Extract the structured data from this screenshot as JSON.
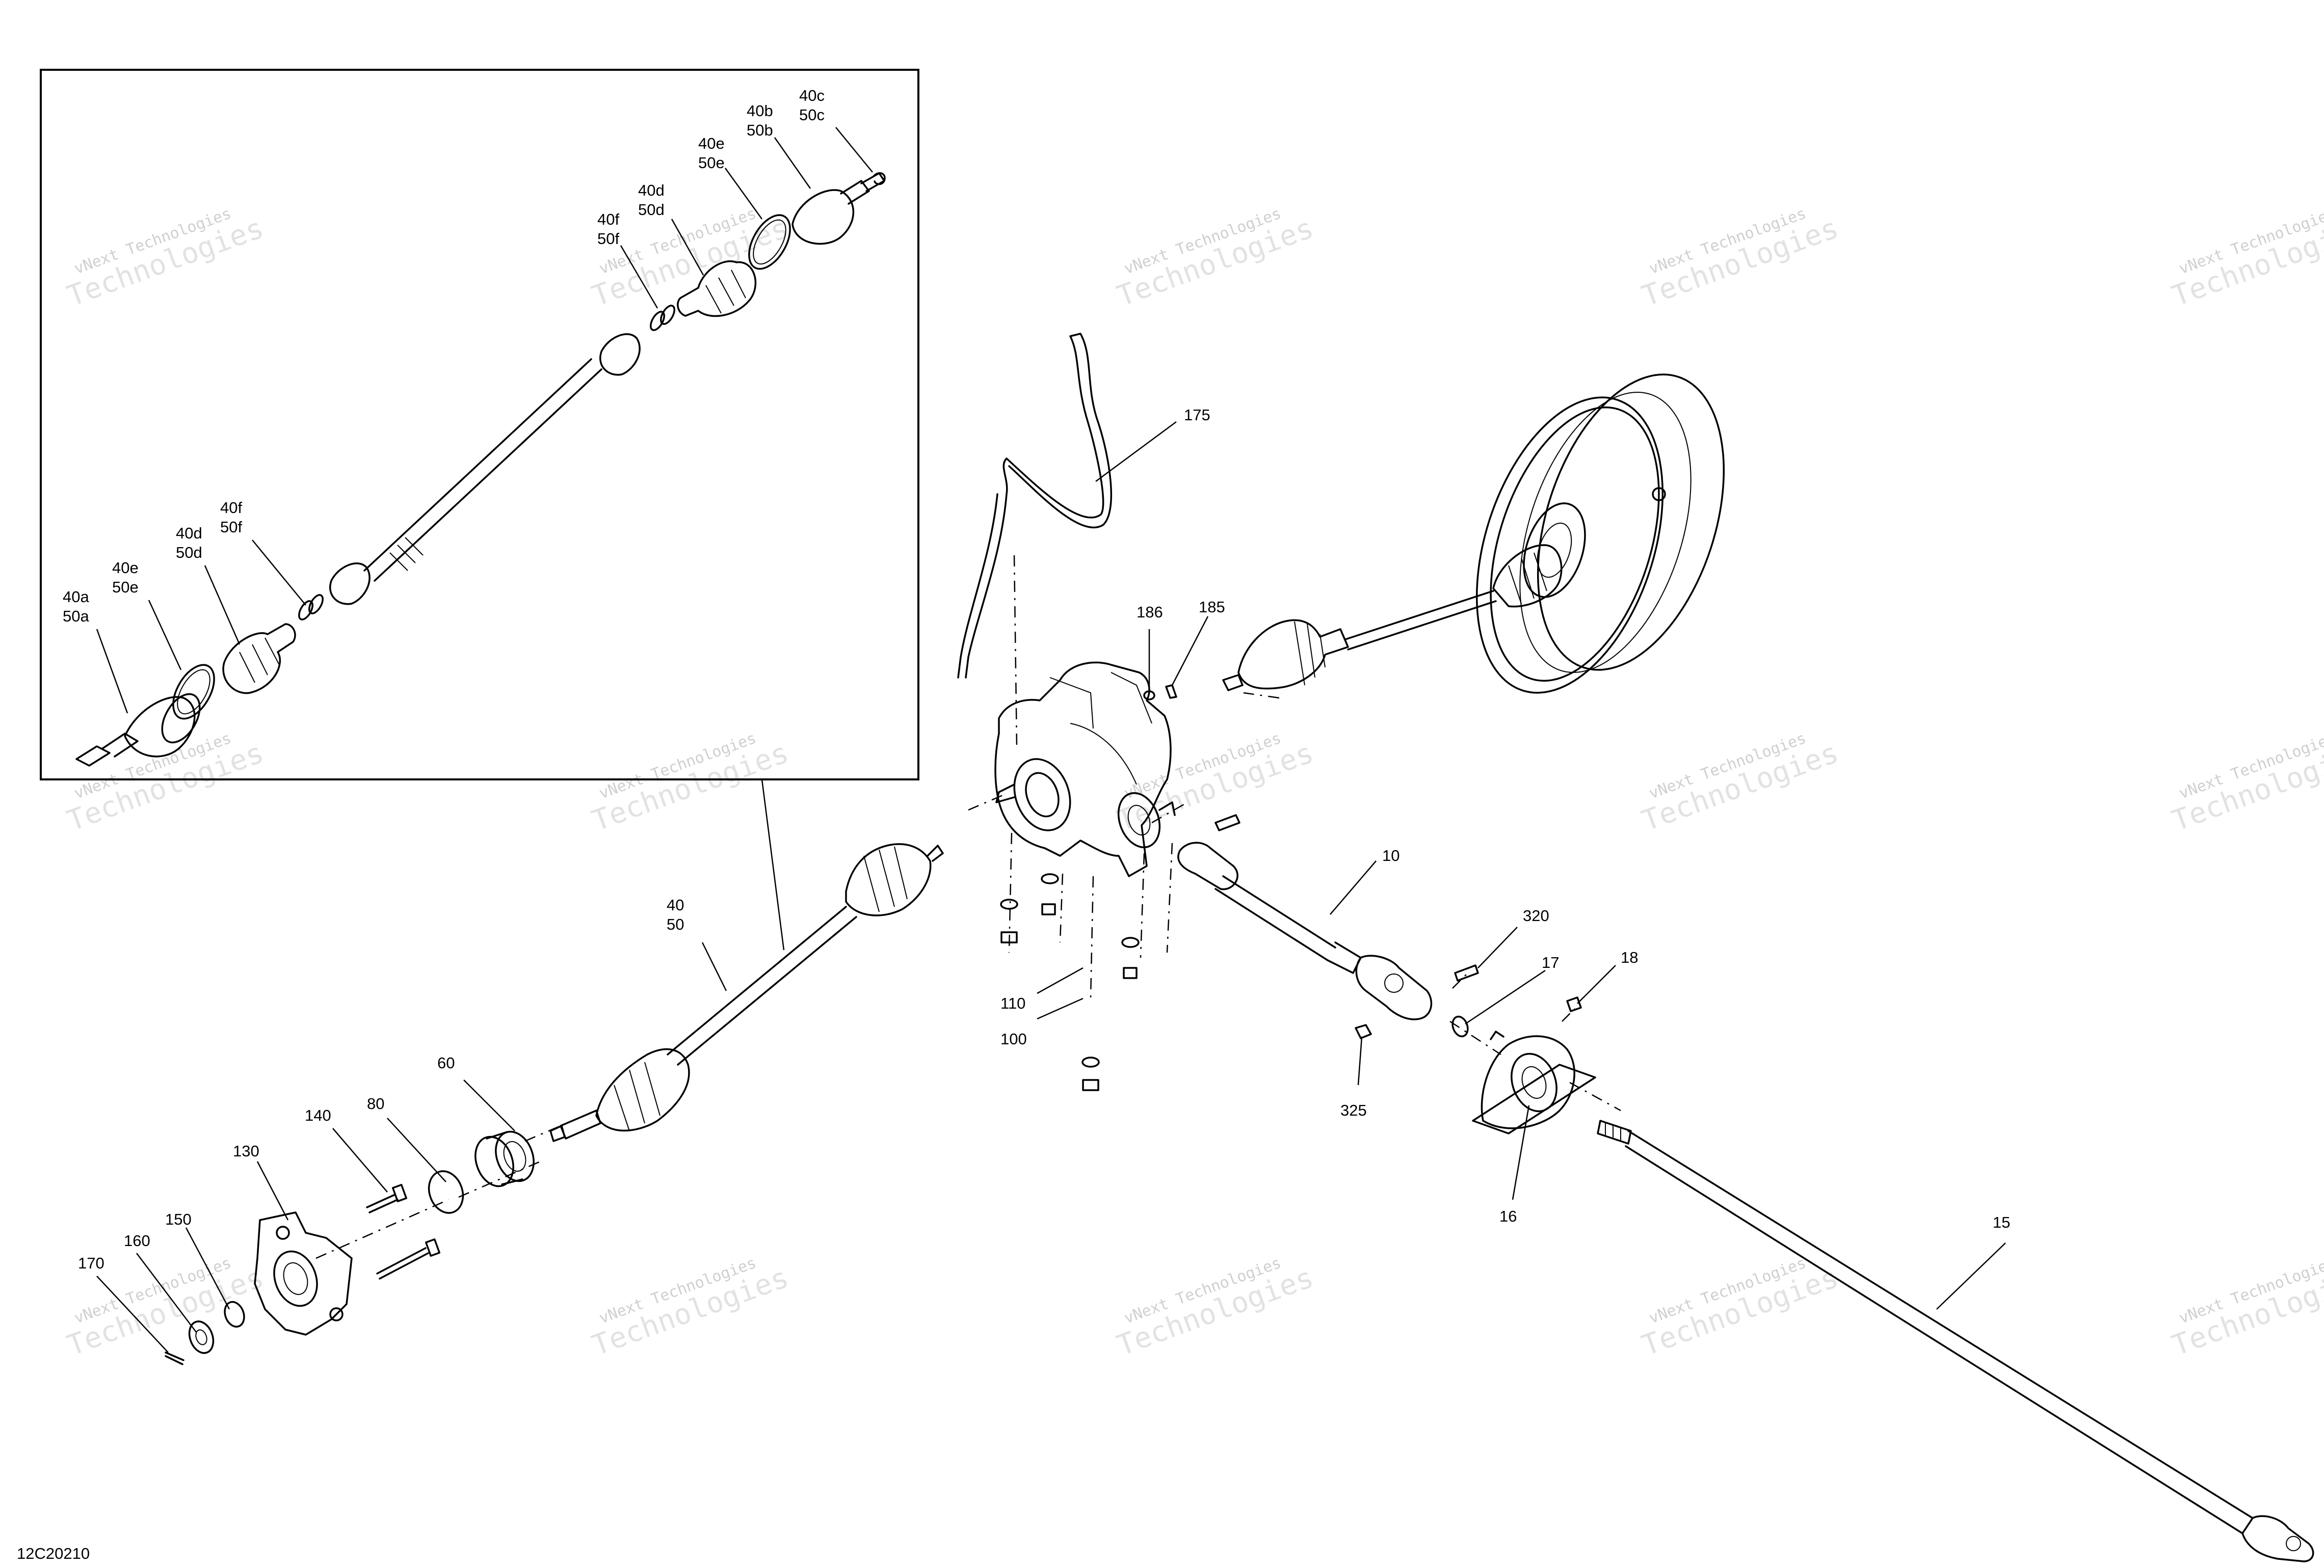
{
  "drawing_id": "12C20210",
  "watermark": {
    "line1": "vNext Technologies",
    "line2": "Technologies"
  },
  "inset": {
    "callouts": {
      "c40a": "40a",
      "c50a": "50a",
      "c40e_left": "40e",
      "c50e_left": "50e",
      "c40d_left": "40d",
      "c50d_left": "50d",
      "c40f_left": "40f",
      "c50f_left": "50f",
      "c40f_right": "40f",
      "c50f_right": "50f",
      "c40d_right": "40d",
      "c50d_right": "50d",
      "c40e_right": "40e",
      "c50e_right": "50e",
      "c40b": "40b",
      "c50b": "50b",
      "c40c": "40c",
      "c50c": "50c"
    }
  },
  "callouts": {
    "c175": "175",
    "c186": "186",
    "c185": "185",
    "c10": "10",
    "c320": "320",
    "c17": "17",
    "c18": "18",
    "c325": "325",
    "c16": "16",
    "c15": "15",
    "c40": "40",
    "c50": "50",
    "c110": "110",
    "c100": "100",
    "c60": "60",
    "c80": "80",
    "c140": "140",
    "c130": "130",
    "c150": "150",
    "c160": "160",
    "c170": "170"
  }
}
